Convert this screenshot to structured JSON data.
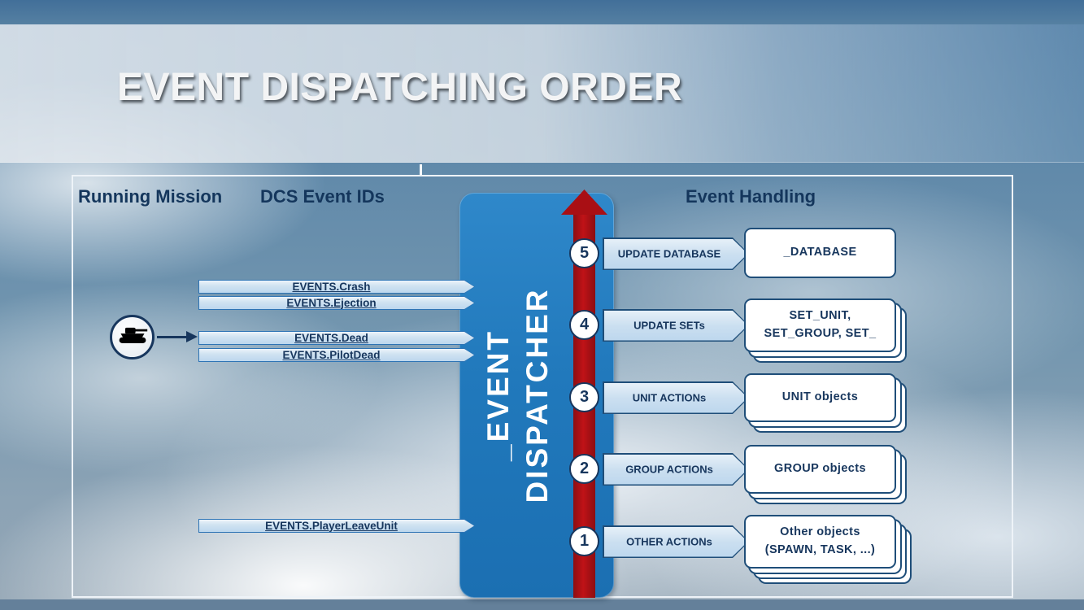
{
  "title": "EVENT DISPATCHING ORDER",
  "headers": {
    "running_mission": "Running Mission",
    "dcs_event_ids": "DCS Event IDs",
    "event_handling": "Event Handling"
  },
  "dispatcher": {
    "line1": "_EVENT",
    "line2": "DISPATCHER"
  },
  "left_events": [
    {
      "label": "EVENTS.Crash"
    },
    {
      "label": "EVENTS.Ejection"
    },
    {
      "label": "EVENTS.Dead"
    },
    {
      "label": "EVENTS.PilotDead"
    },
    {
      "label": "EVENTS.PlayerLeaveUnit"
    }
  ],
  "handlers": [
    {
      "number": "5",
      "action": "UPDATE DATABASE",
      "target_line1": "_DATABASE"
    },
    {
      "number": "4",
      "action": "UPDATE SETs",
      "target_line1": "SET_UNIT,",
      "target_line2": "SET_GROUP, SET_"
    },
    {
      "number": "3",
      "action": "UNIT ACTIONs",
      "target_line1": "UNIT objects"
    },
    {
      "number": "2",
      "action": "GROUP ACTIONs",
      "target_line1": "GROUP objects"
    },
    {
      "number": "1",
      "action": "OTHER ACTIONs",
      "target_line1": "Other objects",
      "target_line2": "(SPAWN, TASK, ...)"
    }
  ],
  "colors": {
    "dispatcher_blue": "#1B75BC",
    "arrow_red": "#A90F14",
    "bar_fill": "#BDD7EE",
    "bar_border": "#1F4E79",
    "text_navy": "#17365D",
    "title_text": "#F3F4F5"
  }
}
